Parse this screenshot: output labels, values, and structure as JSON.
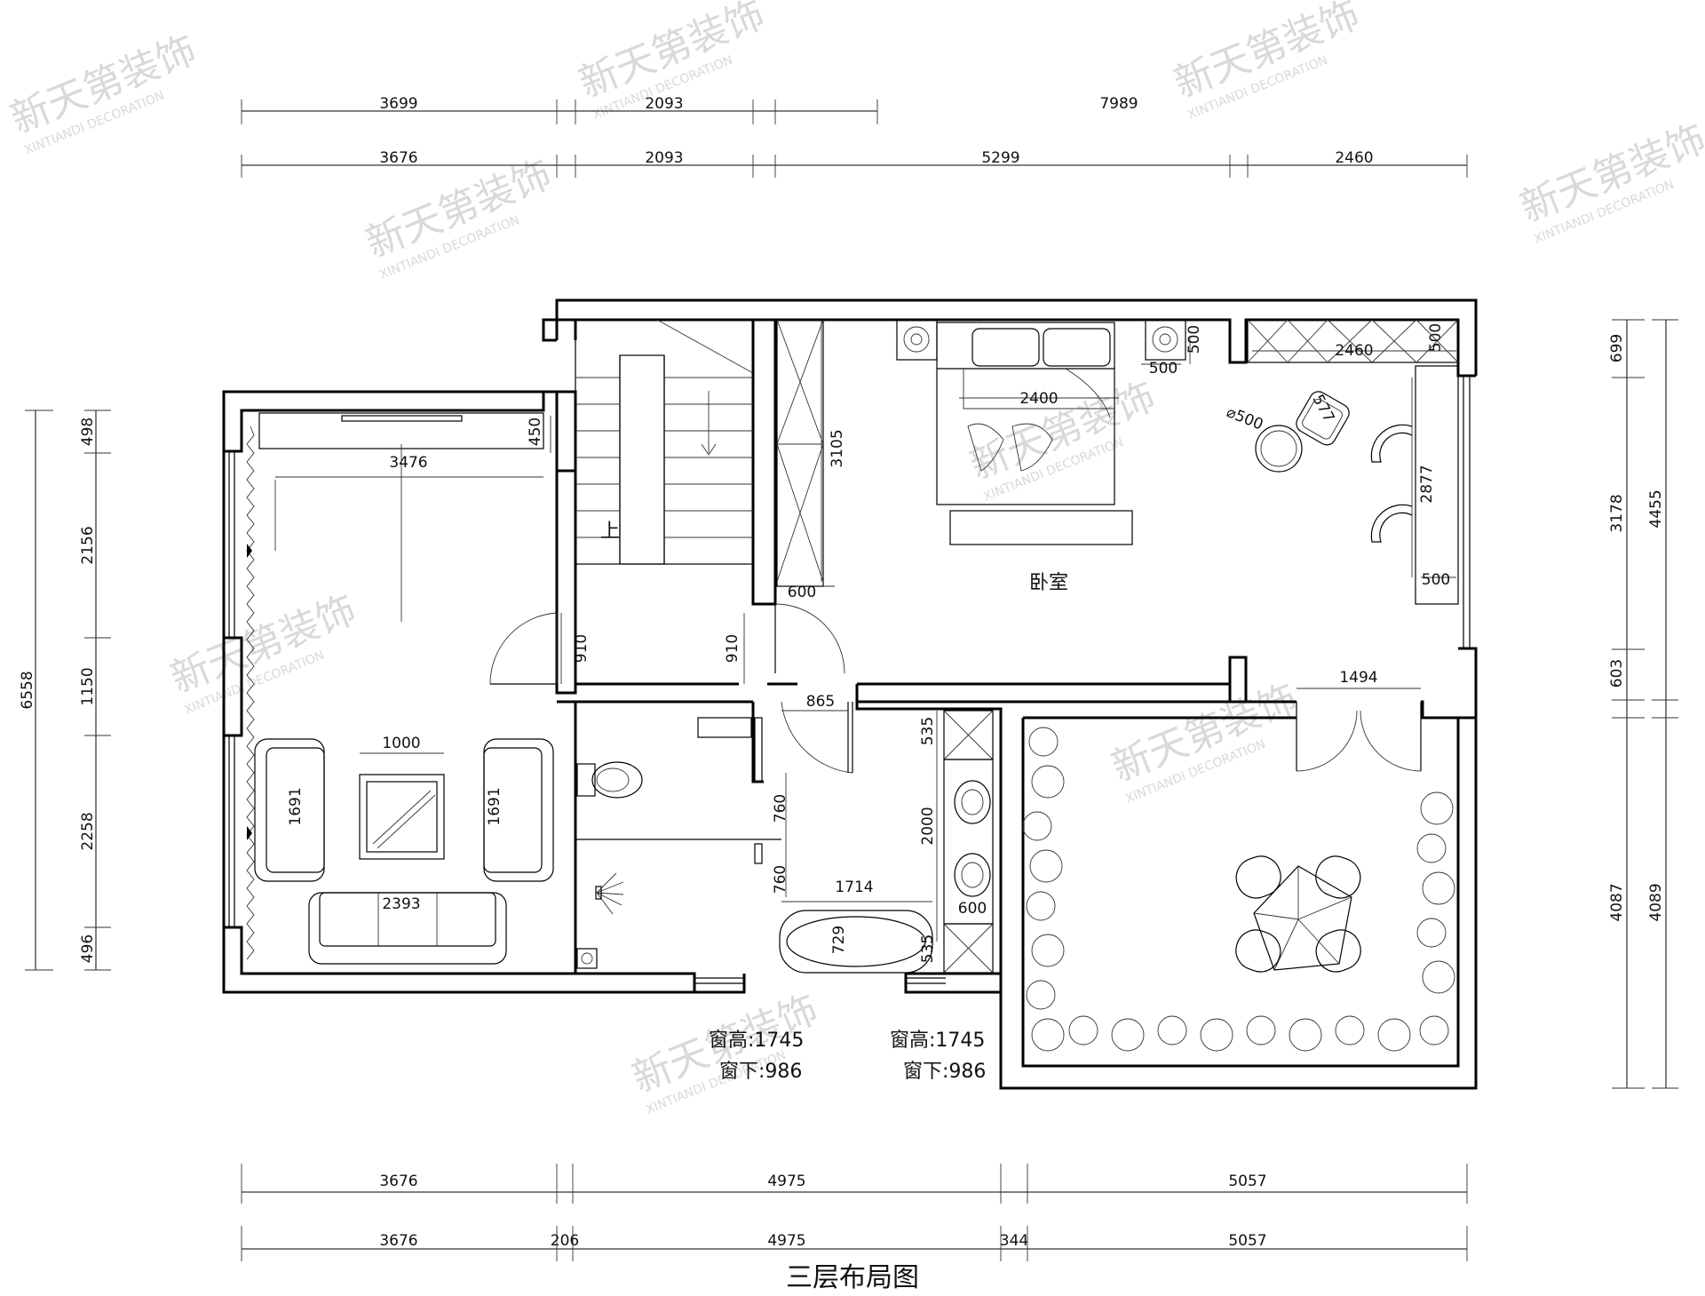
{
  "title": "三层布局图",
  "watermark": {
    "cn": "新天第装饰",
    "en": "XINTIANDI DECORATION"
  },
  "rooms": {
    "bedroom": "卧室",
    "stairs_up": "上"
  },
  "windows": [
    {
      "height": "窗高:1745",
      "sill": "窗下:986"
    },
    {
      "height": "窗高:1745",
      "sill": "窗下:986"
    }
  ],
  "dims": {
    "top1": [
      "3699",
      "2093",
      "7989"
    ],
    "top2": [
      "3676",
      "2093",
      "5299",
      "2460"
    ],
    "bottom1": [
      "3676",
      "4975",
      "5057"
    ],
    "bottom2": [
      "3676",
      "206",
      "4975",
      "344",
      "5057"
    ],
    "left_outer": "6558",
    "left_inner": [
      "498",
      "2156",
      "1150",
      "2258",
      "496"
    ],
    "right_inner": [
      "699",
      "3178",
      "603",
      "4087"
    ],
    "right_outer": [
      "4455",
      "4089"
    ],
    "interior": {
      "tv_cabinet_depth": "450",
      "tv_wall": "3476",
      "door_living": "910",
      "door_bedroom": "910",
      "wardrobe_width": "600",
      "wardrobe_length": "3105",
      "bed_width": "2400",
      "nightstand_w": "500",
      "nightstand_h": "500",
      "cabinet_top": "2460",
      "cabinet_top_depth": "500",
      "side_table": "⌀500",
      "chair": "577",
      "right_cabinet": "2877",
      "right_cabinet_depth": "500",
      "balcony_door": "1494",
      "bath_door": "865",
      "vanity_top": "535",
      "vanity": "2000",
      "vanity_bottom": "535",
      "vanity_depth": "600",
      "toilet_zone": "760",
      "shower_zone": "760",
      "tub_length": "1714",
      "tub_width": "729",
      "coffee_table": "1000",
      "sofa_left": "1691",
      "sofa_right": "1691",
      "sofa_long": "2393"
    }
  }
}
